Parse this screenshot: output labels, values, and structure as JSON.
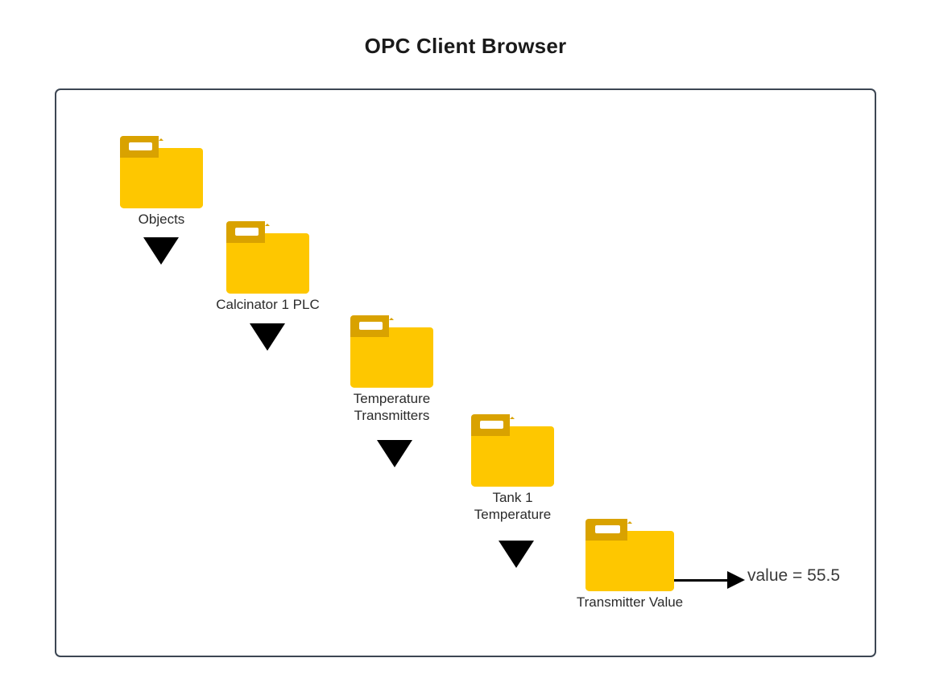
{
  "page": {
    "title": "OPC Client Browser",
    "background_color": "#ffffff"
  },
  "canvas": {
    "border_color": "#3c4653",
    "background_color": "#ffffff"
  },
  "colors": {
    "folder_body": "#fec700",
    "folder_tab": "#d9a200",
    "folder_slot": "#ffffff",
    "arrow": "#000000",
    "label_text": "#2b2b2b",
    "title_text": "#1a1a1a",
    "value_text": "#3a3a3a"
  },
  "tree": {
    "nodes": [
      {
        "id": "objects",
        "label": "Objects",
        "icon": "folder-icon"
      },
      {
        "id": "calcinator-1-plc",
        "label": "Calcinator 1 PLC",
        "icon": "folder-icon"
      },
      {
        "id": "temperature-transmitters",
        "label": "Temperature\nTransmitters",
        "icon": "folder-icon"
      },
      {
        "id": "tank-1-temperature",
        "label": "Tank 1\nTemperature",
        "icon": "folder-icon"
      },
      {
        "id": "transmitter-value",
        "label": "Transmitter Value",
        "icon": "folder-icon"
      }
    ],
    "connectors": [
      {
        "id": "objects-to-calcinator",
        "icon": "arrow-down-icon"
      },
      {
        "id": "calcinator-to-temperature-transmitters",
        "icon": "arrow-down-icon"
      },
      {
        "id": "temperature-transmitters-to-tank",
        "icon": "arrow-down-icon"
      },
      {
        "id": "tank-to-transmitter-value",
        "icon": "arrow-down-icon"
      }
    ],
    "value_connector": {
      "id": "transmitter-value-to-readout",
      "icon": "arrow-right-icon"
    }
  },
  "readout": {
    "text": "value = 55.5"
  }
}
